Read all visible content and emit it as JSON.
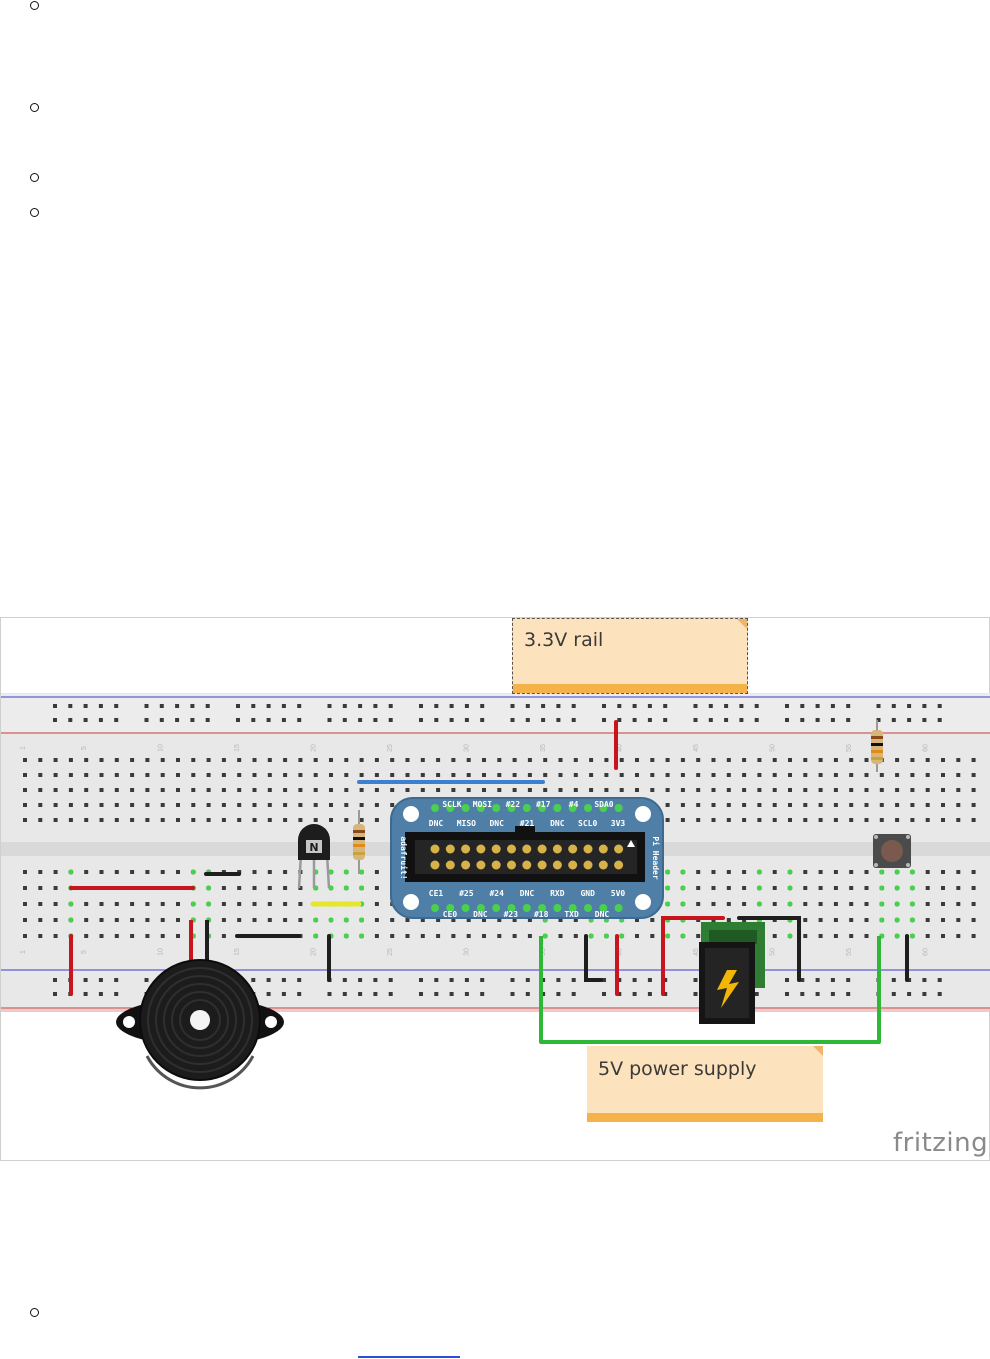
{
  "diagram": {
    "notes": {
      "rail_note": "3.3V rail",
      "supply_note": "5V power supply"
    },
    "brand": "fritzing",
    "header_board": {
      "top_labels": [
        "SCLK",
        "MOSI",
        "#22",
        "#17",
        "#4",
        "SDA0"
      ],
      "second_labels": [
        "DNC",
        "MISO",
        "DNC",
        "#21",
        "DNC",
        "SCL0",
        "3V3"
      ],
      "bottom_labels": [
        "CE1",
        "#25",
        "#24",
        "DNC",
        "RXD",
        "GND",
        "5V0"
      ],
      "last_labels": [
        "CE0",
        "DNC",
        "#23",
        "#18",
        "TXD",
        "DNC"
      ],
      "side_label": "Pi Header",
      "maker_label": "adafruit!"
    },
    "column_numbers": [
      "1",
      "5",
      "10",
      "15",
      "20",
      "25",
      "30",
      "35",
      "40",
      "45",
      "50",
      "55",
      "60"
    ],
    "components": [
      "transistor-icon",
      "resistor-icon",
      "pushbutton-icon",
      "buzzer-icon",
      "dc-jack-icon"
    ],
    "colors": {
      "red_wire": "#c8141c",
      "black_wire": "#1e1e1e",
      "green_wire": "#2fb838",
      "blue_wire": "#3f7fd0",
      "yellow_wire": "#e6e62a",
      "header_board": "#4f7fa6"
    }
  }
}
